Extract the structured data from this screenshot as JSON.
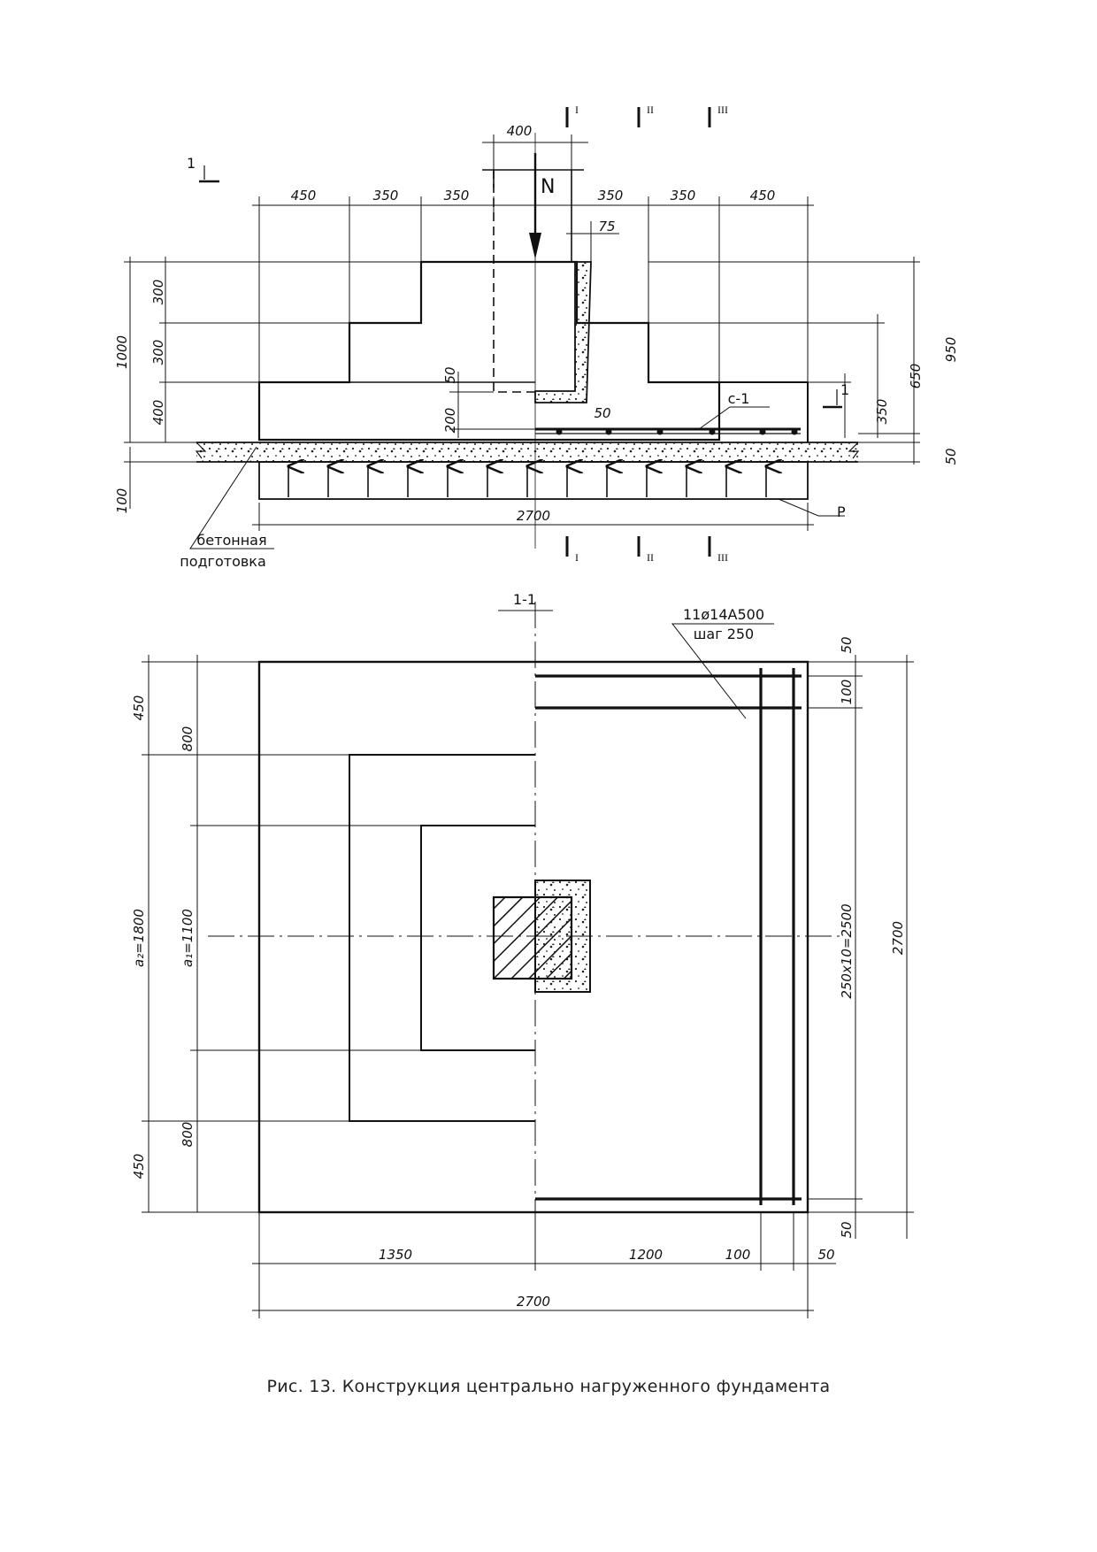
{
  "caption": "Рис. 13. Конструкция центрально нагруженного фундамента",
  "elevation": {
    "column_width": "400",
    "load_label": "N",
    "reaction_label": "P",
    "top_dims": [
      "450",
      "350",
      "350",
      "350",
      "350",
      "450"
    ],
    "offset_75": "75",
    "offset_50": "50",
    "left_heights": [
      "300",
      "300",
      "400"
    ],
    "total_height_left": "1000",
    "prep_thickness": "100",
    "inner_dims": [
      "50",
      "200"
    ],
    "right_heights": [
      "350",
      "650",
      "950"
    ],
    "prep_right": "50",
    "base_width": "2700",
    "rebar_mark": "с-1",
    "prep_label_line1": "бетонная",
    "prep_label_line2": "подготовка",
    "section_mark": "1",
    "section_marks_top": [
      {
        "main": "I",
        "sup": "I"
      },
      {
        "main": "I",
        "sup": "II"
      },
      {
        "main": "I",
        "sup": "III"
      }
    ],
    "section_marks_bottom": [
      {
        "main": "I",
        "sub": "I"
      },
      {
        "main": "I",
        "sub": "II"
      },
      {
        "main": "I",
        "sub": "III"
      }
    ]
  },
  "plan": {
    "section_label": "1-1",
    "rebar_spec_line1": "11ø14A500",
    "rebar_spec_line2": "шаг 250",
    "left_outer": [
      "450",
      "a₂=1800",
      "450"
    ],
    "left_inner": [
      "800",
      "a₁=1100",
      "800"
    ],
    "right_inner": [
      "50",
      "100",
      "250x10=2500",
      "50"
    ],
    "right_total": "2700",
    "bottom_dims": [
      "1350",
      "1200",
      "100",
      "50"
    ],
    "bottom_total": "2700"
  }
}
